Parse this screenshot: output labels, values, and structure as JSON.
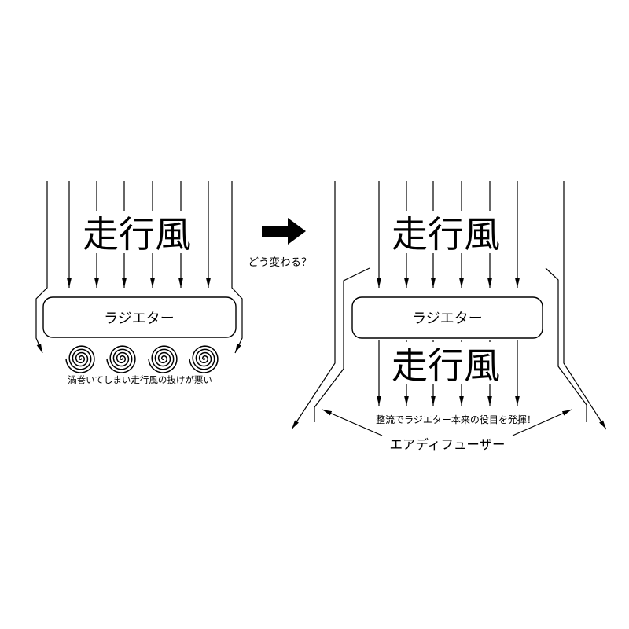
{
  "colors": {
    "stroke": "#000000",
    "background": "#ffffff"
  },
  "left_panel": {
    "wind_label": "走行風",
    "radiator_label": "ラジエター",
    "caption": "渦巻いてしまい走行風の抜けが悪い"
  },
  "transition": {
    "question": "どう変わる？"
  },
  "right_panel": {
    "wind_label_top": "走行風",
    "radiator_label": "ラジエター",
    "wind_label_bottom": "走行風",
    "caption": "整流でラジエター本来の役目を発揮！",
    "diffuser_label": "エアディフューザー"
  },
  "icons": {
    "transition_arrow": "right-arrow-icon",
    "vortex": "spiral-icon"
  }
}
